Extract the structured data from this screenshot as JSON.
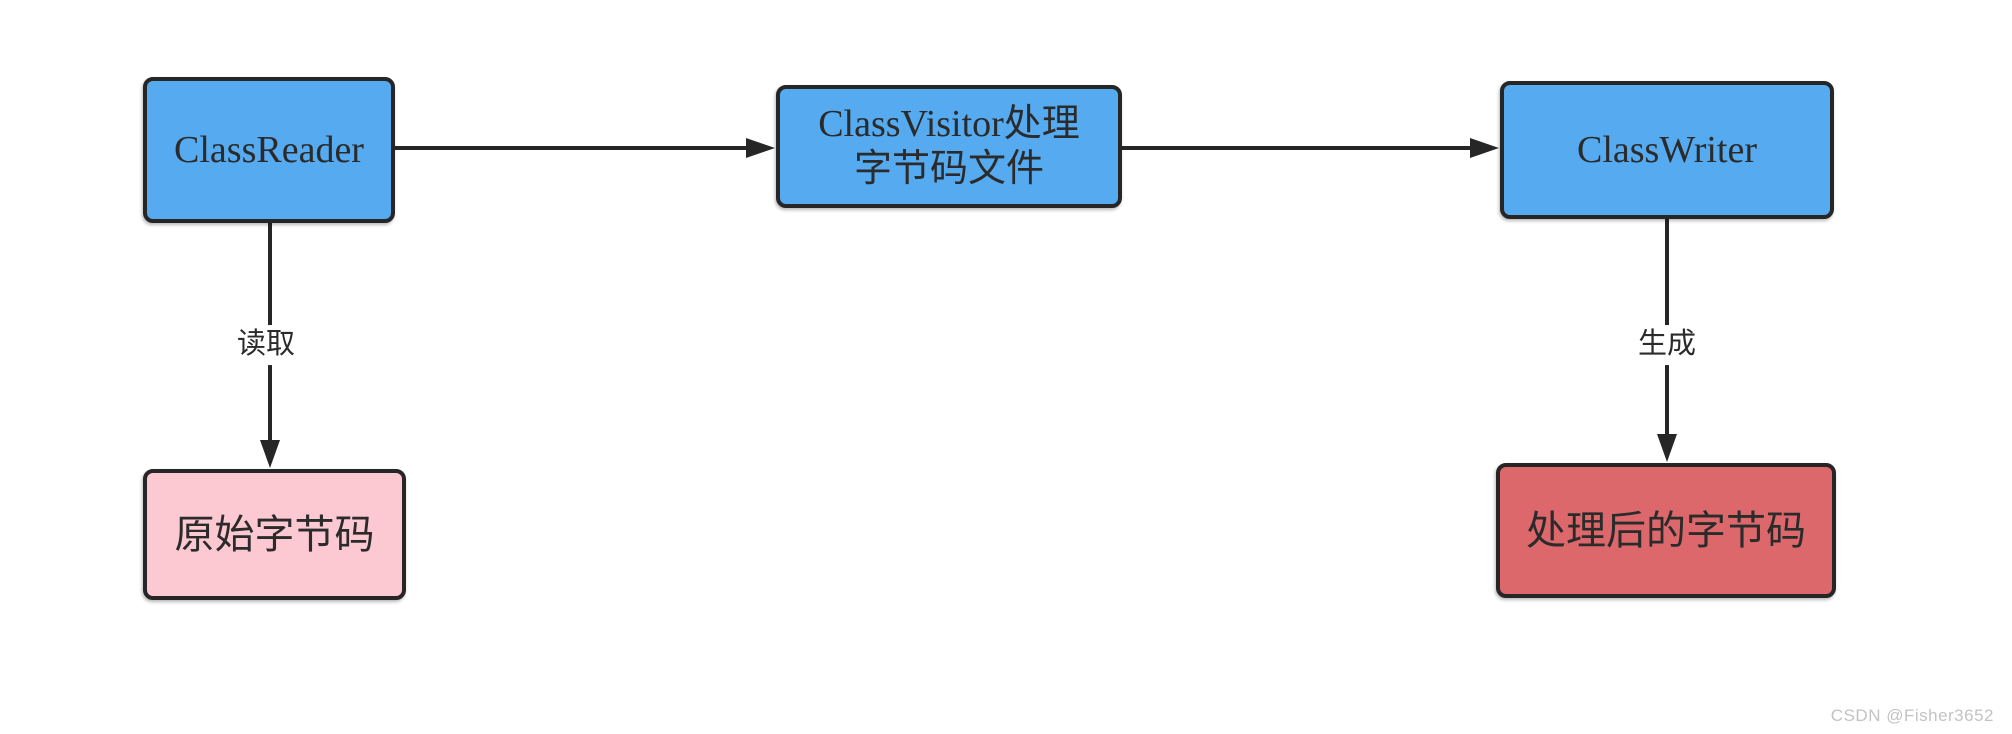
{
  "diagram": {
    "title_hint": "ASM bytecode processing flow",
    "nodes": {
      "reader": {
        "label": "ClassReader"
      },
      "visitor": {
        "line1": "ClassVisitor处理",
        "line2": "字节码文件"
      },
      "writer": {
        "label": "ClassWriter"
      },
      "raw": {
        "label": "原始字节码"
      },
      "processed": {
        "label": "处理后的字节码"
      }
    },
    "edges": [
      {
        "from": "reader",
        "to": "visitor",
        "label": ""
      },
      {
        "from": "visitor",
        "to": "writer",
        "label": ""
      },
      {
        "from": "reader",
        "to": "raw",
        "label": "读取"
      },
      {
        "from": "writer",
        "to": "processed",
        "label": "生成"
      }
    ],
    "edge_labels": {
      "read": "读取",
      "generate": "生成"
    },
    "colors": {
      "node_blue": "#55aaf0",
      "node_pink": "#fcc8d2",
      "node_red": "#dc686c",
      "border": "#262626",
      "arrow": "#262626",
      "text": "#2b2b2b",
      "watermark_gray": "#c3c3c3",
      "background": "#ffffff"
    }
  },
  "watermark": "CSDN @Fisher3652"
}
